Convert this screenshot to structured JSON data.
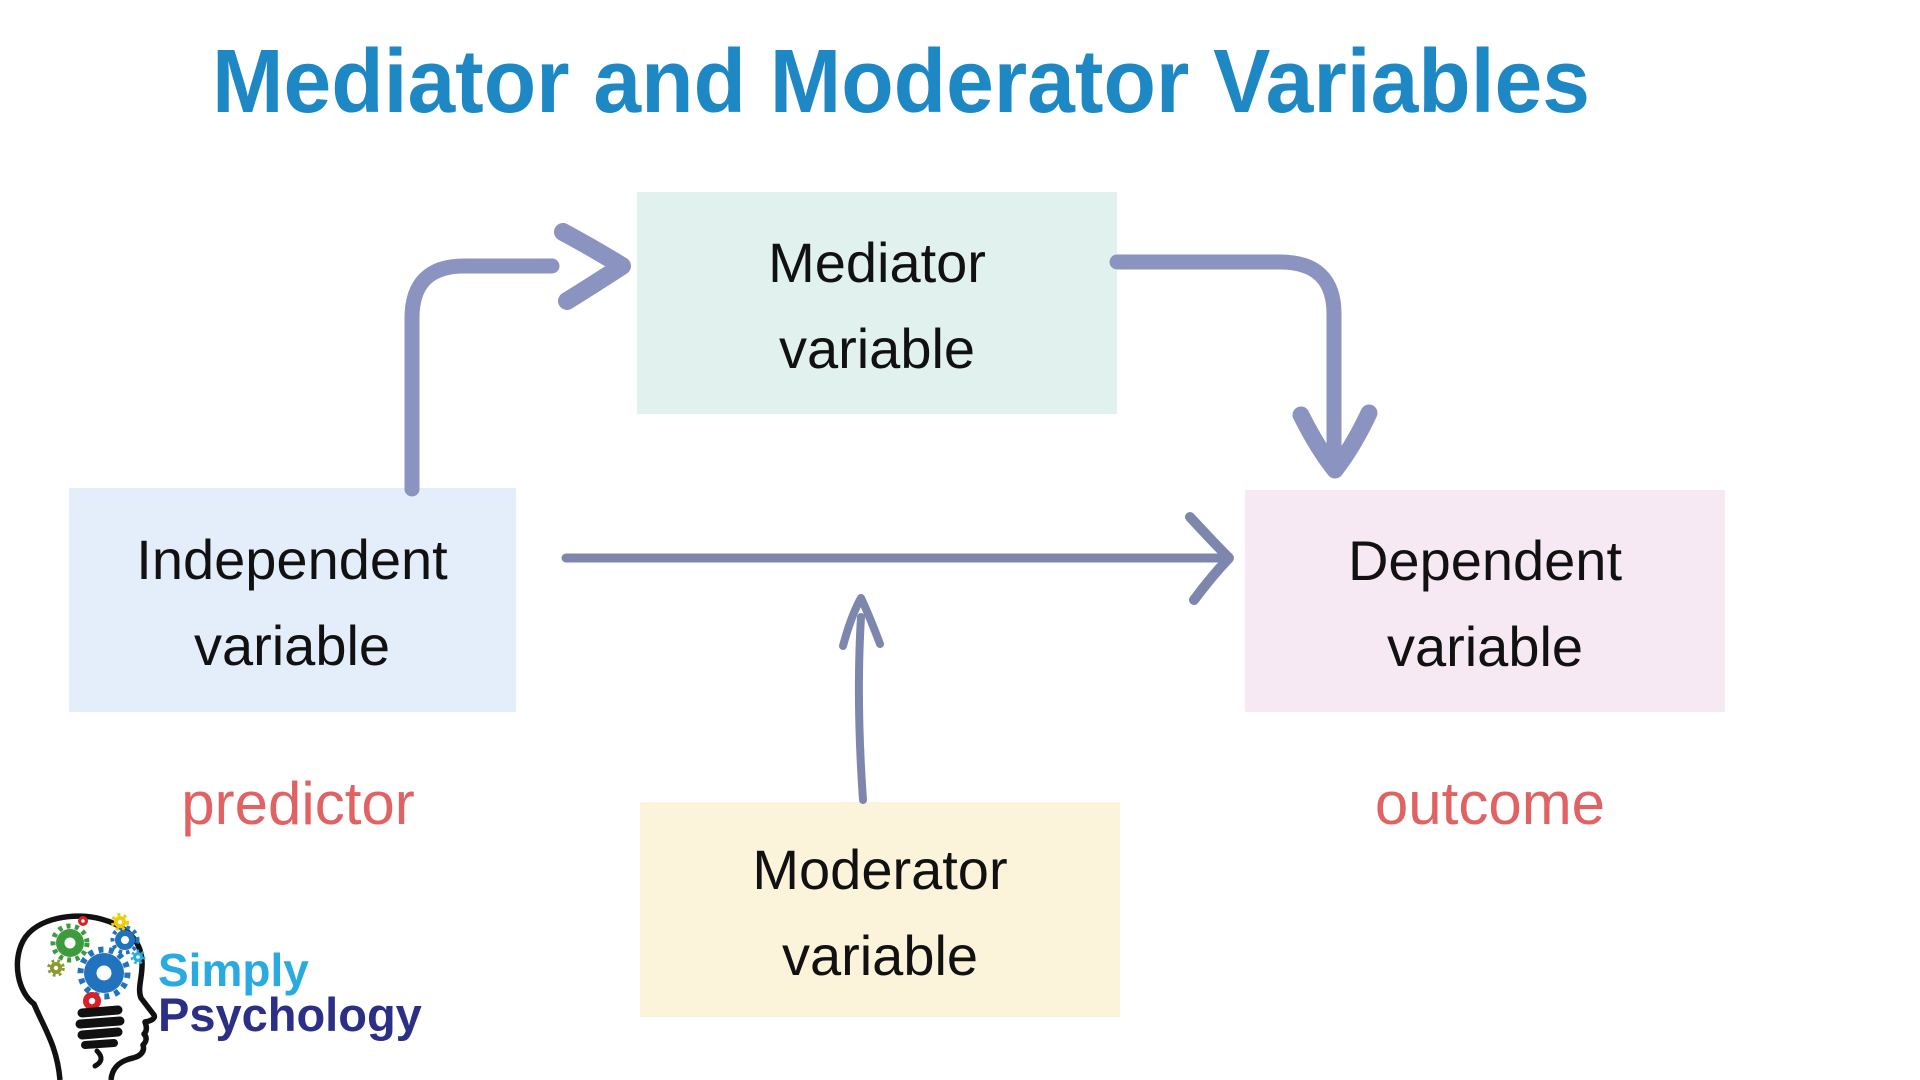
{
  "title": {
    "text": "Mediator and Moderator Variables",
    "color": "#1e88c5"
  },
  "boxes": {
    "mediator": {
      "line1": "Mediator",
      "line2": "variable",
      "fill": "#e1f2ee"
    },
    "independent": {
      "line1": "Independent",
      "line2": "variable",
      "fill": "#e4eefa"
    },
    "dependent": {
      "line1": "Dependent",
      "line2": "variable",
      "fill": "#f6e9f4"
    },
    "moderator": {
      "line1": "Moderator",
      "line2": "variable",
      "fill": "#fcf4da"
    },
    "text_color": "#111111"
  },
  "annotations": {
    "predictor": "predictor",
    "outcome": "outcome",
    "color": "#e06262"
  },
  "arrows": {
    "thick_color": "#8b93c1",
    "thin_color": "#7d87ae",
    "relations": [
      {
        "from": "Independent variable",
        "to": "Mediator variable",
        "style": "thick-elbow"
      },
      {
        "from": "Mediator variable",
        "to": "Dependent variable",
        "style": "thick-elbow"
      },
      {
        "from": "Independent variable",
        "to": "Dependent variable",
        "style": "thin-straight"
      },
      {
        "from": "Moderator variable",
        "to": "independent-to-dependent arrow",
        "style": "thin-straight"
      }
    ]
  },
  "logo": {
    "line1": "Simply",
    "line2": "Psychology",
    "line1_color": "#29abe2",
    "line2_color": "#2b2f86",
    "icon": "head-gears-icon"
  }
}
